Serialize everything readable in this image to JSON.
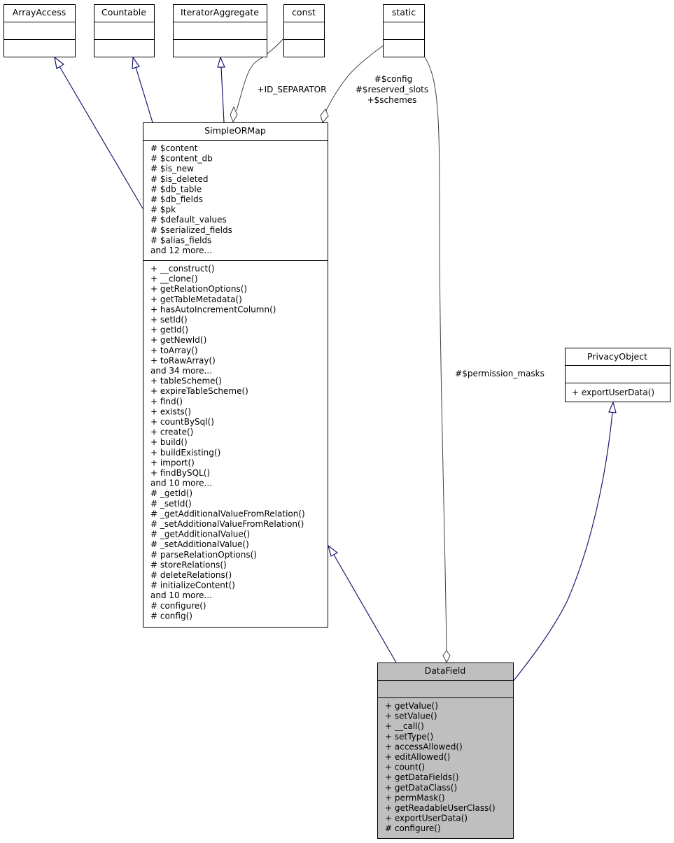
{
  "classes": {
    "array_access": {
      "name": "ArrayAccess"
    },
    "countable": {
      "name": "Countable"
    },
    "iterator_aggregate": {
      "name": "IteratorAggregate"
    },
    "const": {
      "name": "const"
    },
    "static": {
      "name": "static"
    },
    "privacy_object": {
      "name": "PrivacyObject",
      "methods": [
        "+ exportUserData()"
      ]
    },
    "simple_or_map": {
      "name": "SimpleORMap",
      "attributes": [
        "# $content",
        "# $content_db",
        "# $is_new",
        "# $is_deleted",
        "# $db_table",
        "# $db_fields",
        "# $pk",
        "# $default_values",
        "# $serialized_fields",
        "# $alias_fields",
        "and 12 more..."
      ],
      "methods": [
        "+ __construct()",
        "+ __clone()",
        "+ getRelationOptions()",
        "+ getTableMetadata()",
        "+ hasAutoIncrementColumn()",
        "+ setId()",
        "+ getId()",
        "+ getNewId()",
        "+ toArray()",
        "+ toRawArray()",
        "and 34 more...",
        "+ tableScheme()",
        "+ expireTableScheme()",
        "+ find()",
        "+ exists()",
        "+ countBySql()",
        "+ create()",
        "+ build()",
        "+ buildExisting()",
        "+ import()",
        "+ findBySQL()",
        "and 10 more...",
        "# _getId()",
        "# _setId()",
        "# _getAdditionalValueFromRelation()",
        "# _setAdditionalValueFromRelation()",
        "# _getAdditionalValue()",
        "# _setAdditionalValue()",
        "# parseRelationOptions()",
        "# storeRelations()",
        "# deleteRelations()",
        "# initializeContent()",
        "and 10 more...",
        "# configure()",
        "# config()"
      ]
    },
    "data_field": {
      "name": "DataField",
      "methods": [
        "+ getValue()",
        "+ setValue()",
        "+ __call()",
        "+ setType()",
        "+ accessAllowed()",
        "+ editAllowed()",
        "+ count()",
        "+ getDataFields()",
        "+ getDataClass()",
        "+ permMask()",
        "+ getReadableUserClass()",
        "+ exportUserData()",
        "# configure()"
      ]
    }
  },
  "edge_labels": {
    "id_separator": "+ID_SEPARATOR",
    "static_to_simple": [
      "#$config",
      "#$reserved_slots",
      "+$schemes"
    ],
    "permission_masks": "#$permission_masks"
  }
}
